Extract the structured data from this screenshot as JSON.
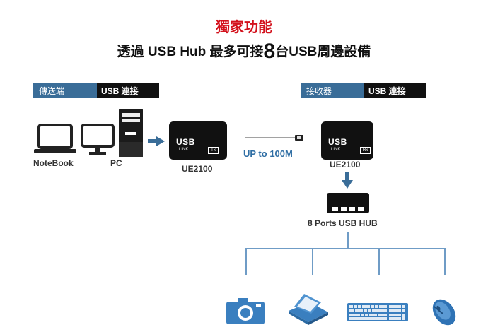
{
  "header": {
    "title": "獨家功能",
    "subtitle_before": "透過 USB Hub 最多可接",
    "subtitle_number": "8",
    "subtitle_after": "台USB周邊設備"
  },
  "sender_tag": {
    "role": "傳送端",
    "conn": "USB 連接"
  },
  "receiver_tag": {
    "role": "接收器",
    "conn": "USB 連接"
  },
  "labels": {
    "notebook": "NoteBook",
    "pc": "PC",
    "ue_left": "UE2100",
    "ue_right": "UE2100",
    "range": "UP to 100M",
    "hub": "8 Ports USB HUB"
  },
  "device_tx": {
    "usb": "USB",
    "link": "LINK",
    "badge": "Tx"
  },
  "device_rx": {
    "usb": "USB",
    "link": "LINK",
    "badge": "Rx"
  },
  "peripherals": [
    "camera-icon",
    "scanner-icon",
    "keyboard-icon",
    "mouse-icon"
  ],
  "colors": {
    "title_red": "#d3121d",
    "accent_blue": "#3a6d98",
    "text_blue": "#2f6ea4",
    "line_blue": "#6f9cc6"
  }
}
